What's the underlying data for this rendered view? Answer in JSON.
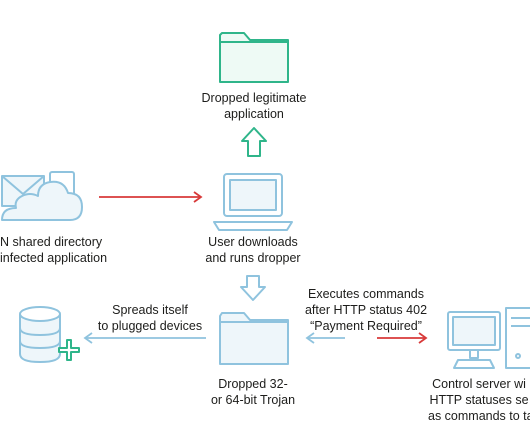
{
  "nodes": {
    "shared_directory": {
      "label_line1": "N shared directory",
      "label_line2": "infected application",
      "icon": "cloud-mail-icon"
    },
    "legitimate_app": {
      "label_line1": "Dropped legitimate",
      "label_line2": "application",
      "icon": "folder-icon"
    },
    "user": {
      "label_line1": "User downloads",
      "label_line2": "and runs dropper",
      "icon": "laptop-icon"
    },
    "trojan": {
      "label_line1": "Dropped 32-",
      "label_line2": "or 64-bit Trojan",
      "icon": "folder-icon"
    },
    "devices": {
      "label_line1": "Spreads itself",
      "label_line2": "to plugged devices",
      "icon": "database-plus-icon"
    },
    "commands": {
      "label_line1": "Executes commands",
      "label_line2": "after HTTP status 402",
      "label_line3": "“Payment Required”"
    },
    "control_server": {
      "label_line1": "Control server wi",
      "label_line2": "HTTP statuses se",
      "label_line3": "as commands to ta",
      "icon": "desktop-computer-icon"
    }
  },
  "colors": {
    "accent_green": "#2fb58a",
    "icon_blue": "#8fc3de",
    "arrow_red": "#d83a3a",
    "text": "#1d1d1b",
    "fill_light": "#eef6fa"
  }
}
